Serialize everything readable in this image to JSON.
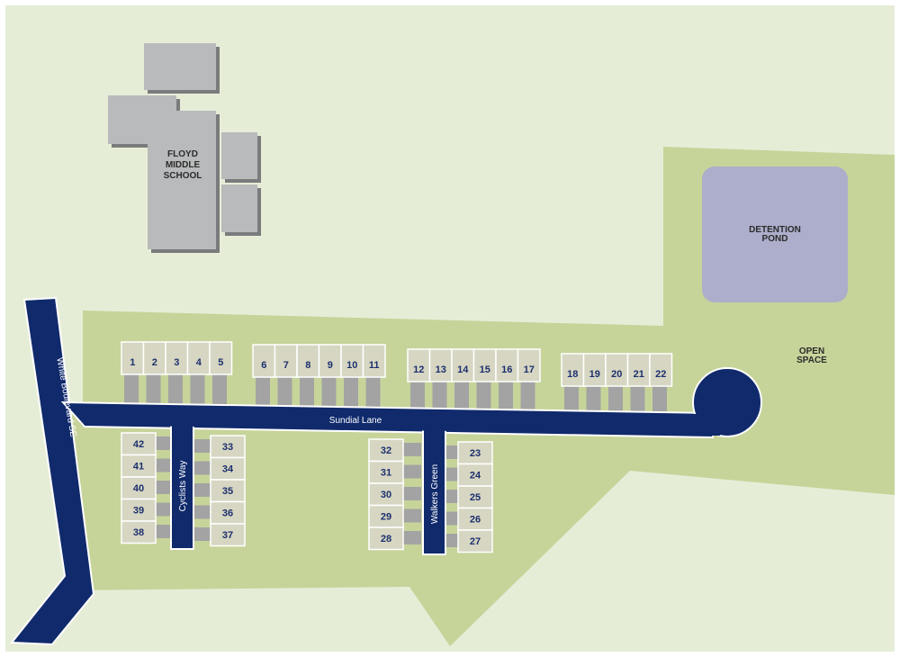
{
  "colors": {
    "background": "#e6edd7",
    "border": "#ffffff",
    "development_area": "#c6d49a",
    "road": "#102a6c",
    "road_text": "#ffffff",
    "lot_fill": "#d6d6c2",
    "lot_stroke": "#ffffff",
    "lot_text": "#1c2f6e",
    "driveway": "#a3a3a3",
    "building": "#b9babb",
    "building_shadow": "#7a7b7c",
    "building_text": "#2b2b2b",
    "pond": "#adaecb",
    "area_text": "#2b2b2b"
  },
  "buildings": {
    "school_label_lines": [
      "FLOYD",
      "MIDDLE",
      "SCHOOL"
    ]
  },
  "areas": {
    "pond_label_lines": [
      "DETENTION",
      "POND"
    ],
    "open_space_label_lines": [
      "OPEN",
      "SPACE"
    ]
  },
  "roads": {
    "white_boulevard": "White Boulevard SE",
    "sundial_lane": "Sundial Lane",
    "cyclists_way": "Cyclists Way",
    "walkers_green": "Walkers Green"
  },
  "lots": [
    "1",
    "2",
    "3",
    "4",
    "5",
    "6",
    "7",
    "8",
    "9",
    "10",
    "11",
    "12",
    "13",
    "14",
    "15",
    "16",
    "17",
    "18",
    "19",
    "20",
    "21",
    "22",
    "23",
    "24",
    "25",
    "26",
    "27",
    "28",
    "29",
    "30",
    "31",
    "32",
    "33",
    "34",
    "35",
    "36",
    "37",
    "38",
    "39",
    "40",
    "41",
    "42"
  ]
}
